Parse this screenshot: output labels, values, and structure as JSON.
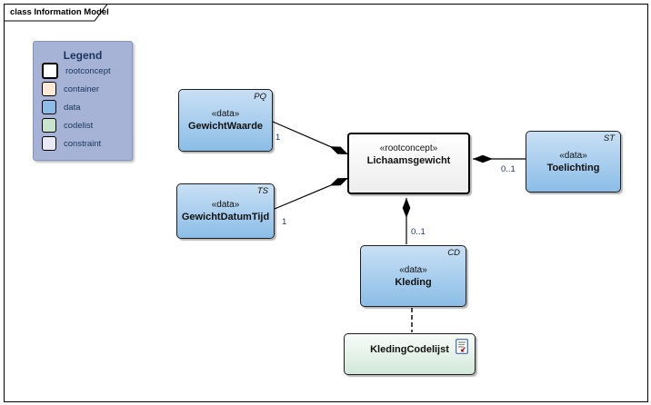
{
  "frame": {
    "title": "class Information Model"
  },
  "legend": {
    "title": "Legend",
    "items": [
      {
        "label": "rootconcept",
        "swatch": "#ffffff"
      },
      {
        "label": "container",
        "swatch": "#fbe8d5"
      },
      {
        "label": "data",
        "swatch": "#8bbde7"
      },
      {
        "label": "codelist",
        "swatch": "#c7e5cd"
      },
      {
        "label": "constraint",
        "swatch": "#e9e9f8"
      }
    ]
  },
  "classes": [
    {
      "stereotype": "«data»",
      "name": "GewichtWaarde",
      "tag": "PQ",
      "kind": "data"
    },
    {
      "stereotype": "«data»",
      "name": "GewichtDatumTijd",
      "tag": "TS",
      "kind": "data"
    },
    {
      "stereotype": "«rootconcept»",
      "name": "Lichaamsgewicht",
      "kind": "rootconcept"
    },
    {
      "stereotype": "«data»",
      "name": "Toelichting",
      "tag": "ST",
      "kind": "data"
    },
    {
      "stereotype": "«data»",
      "name": "Kleding",
      "tag": "CD",
      "kind": "data"
    },
    {
      "name": "KledingCodelijst",
      "kind": "codelist",
      "icon": "document-icon"
    }
  ],
  "connectors": [
    {
      "from": "GewichtWaarde",
      "to": "Lichaamsgewicht",
      "type": "composition",
      "multiplicity": "1"
    },
    {
      "from": "GewichtDatumTijd",
      "to": "Lichaamsgewicht",
      "type": "composition",
      "multiplicity": "1"
    },
    {
      "from": "Toelichting",
      "to": "Lichaamsgewicht",
      "type": "composition",
      "multiplicity": "0..1"
    },
    {
      "from": "Kleding",
      "to": "Lichaamsgewicht",
      "type": "composition",
      "multiplicity": "0..1"
    },
    {
      "from": "Kleding",
      "to": "KledingCodelijst",
      "type": "dependency-dashed"
    }
  ],
  "colors": {
    "legend_bg": "#a6b2d6",
    "data_fill": "#8bbde7",
    "codelist_fill": "#d2e8da",
    "container_fill": "#fbe8d5",
    "constraint_fill": "#e9e9f8",
    "rootconcept_fill": "#ffffff",
    "connector": "#000000",
    "label_text": "#1f3864",
    "legend_text": "#17365d"
  }
}
